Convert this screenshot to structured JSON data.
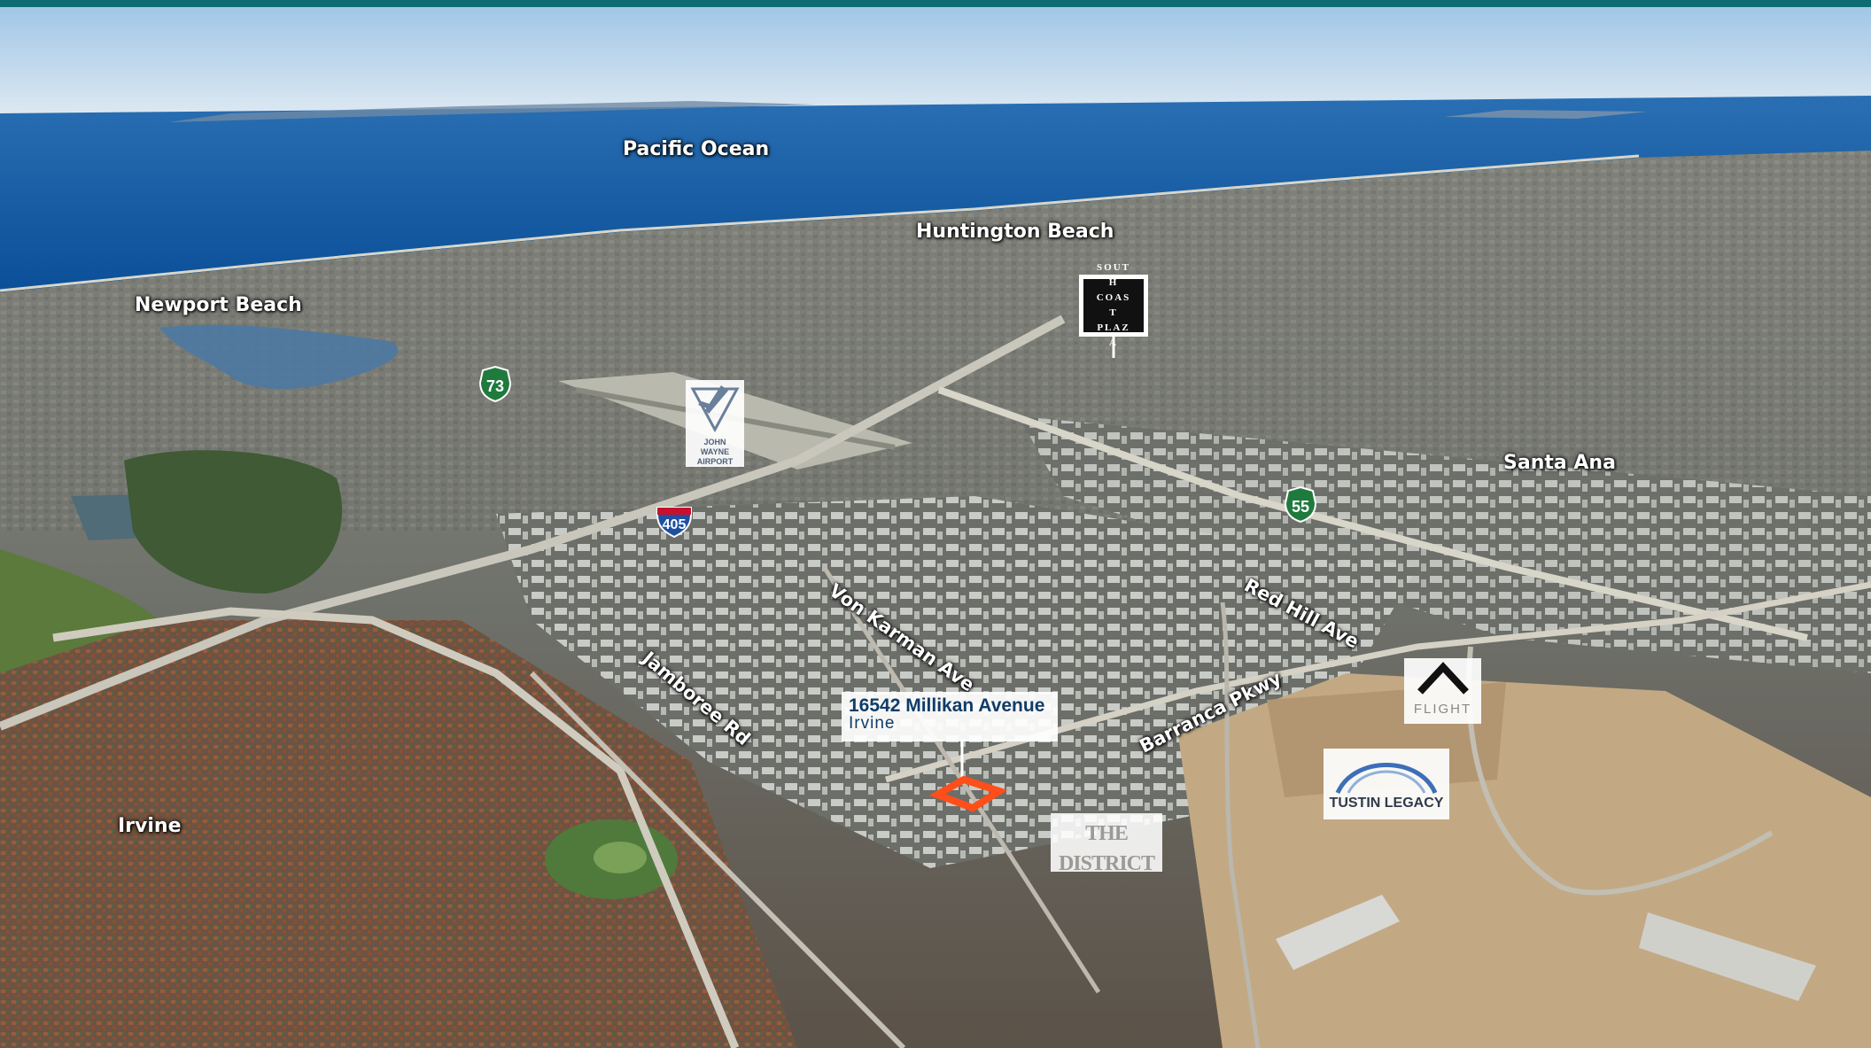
{
  "map": {
    "title": "16542 Millikan Avenue",
    "subject_city": "Irvine",
    "place_labels": [
      {
        "id": "pacific-ocean",
        "text": "Pacific Ocean"
      },
      {
        "id": "huntington-beach",
        "text": "Huntington Beach"
      },
      {
        "id": "newport-beach",
        "text": "Newport Beach"
      },
      {
        "id": "santa-ana",
        "text": "Santa Ana"
      },
      {
        "id": "irvine",
        "text": "Irvine"
      }
    ],
    "roads": [
      {
        "id": "von-karman",
        "text": "Von Karman Ave"
      },
      {
        "id": "red-hill",
        "text": "Red  Hill Ave"
      },
      {
        "id": "jamboree",
        "text": "Jamboree Rd"
      },
      {
        "id": "barranca",
        "text": "Barranca Pkwy"
      }
    ],
    "shields": [
      {
        "id": "route-73",
        "number": "73",
        "type": "state",
        "color": "#1f7a3d"
      },
      {
        "id": "route-55",
        "number": "55",
        "type": "state",
        "color": "#1f7a3d"
      },
      {
        "id": "route-405",
        "number": "405",
        "type": "interstate",
        "color": "#c8102e"
      }
    ],
    "logos": {
      "south_coast_plaza": "SOUTH COAST PLAZA",
      "john_wayne_airport": "JOHN WAYNE AIRPORT",
      "flight": "FLIGHT",
      "tustin_legacy": "TUSTIN LEGACY",
      "the_district": "THE DISTRICT"
    },
    "colors": {
      "top_bar": "#0f6b72",
      "ocean": "#0e5aa6",
      "marker": "#ff4e1a",
      "callout_text": "#0f3c68"
    }
  }
}
